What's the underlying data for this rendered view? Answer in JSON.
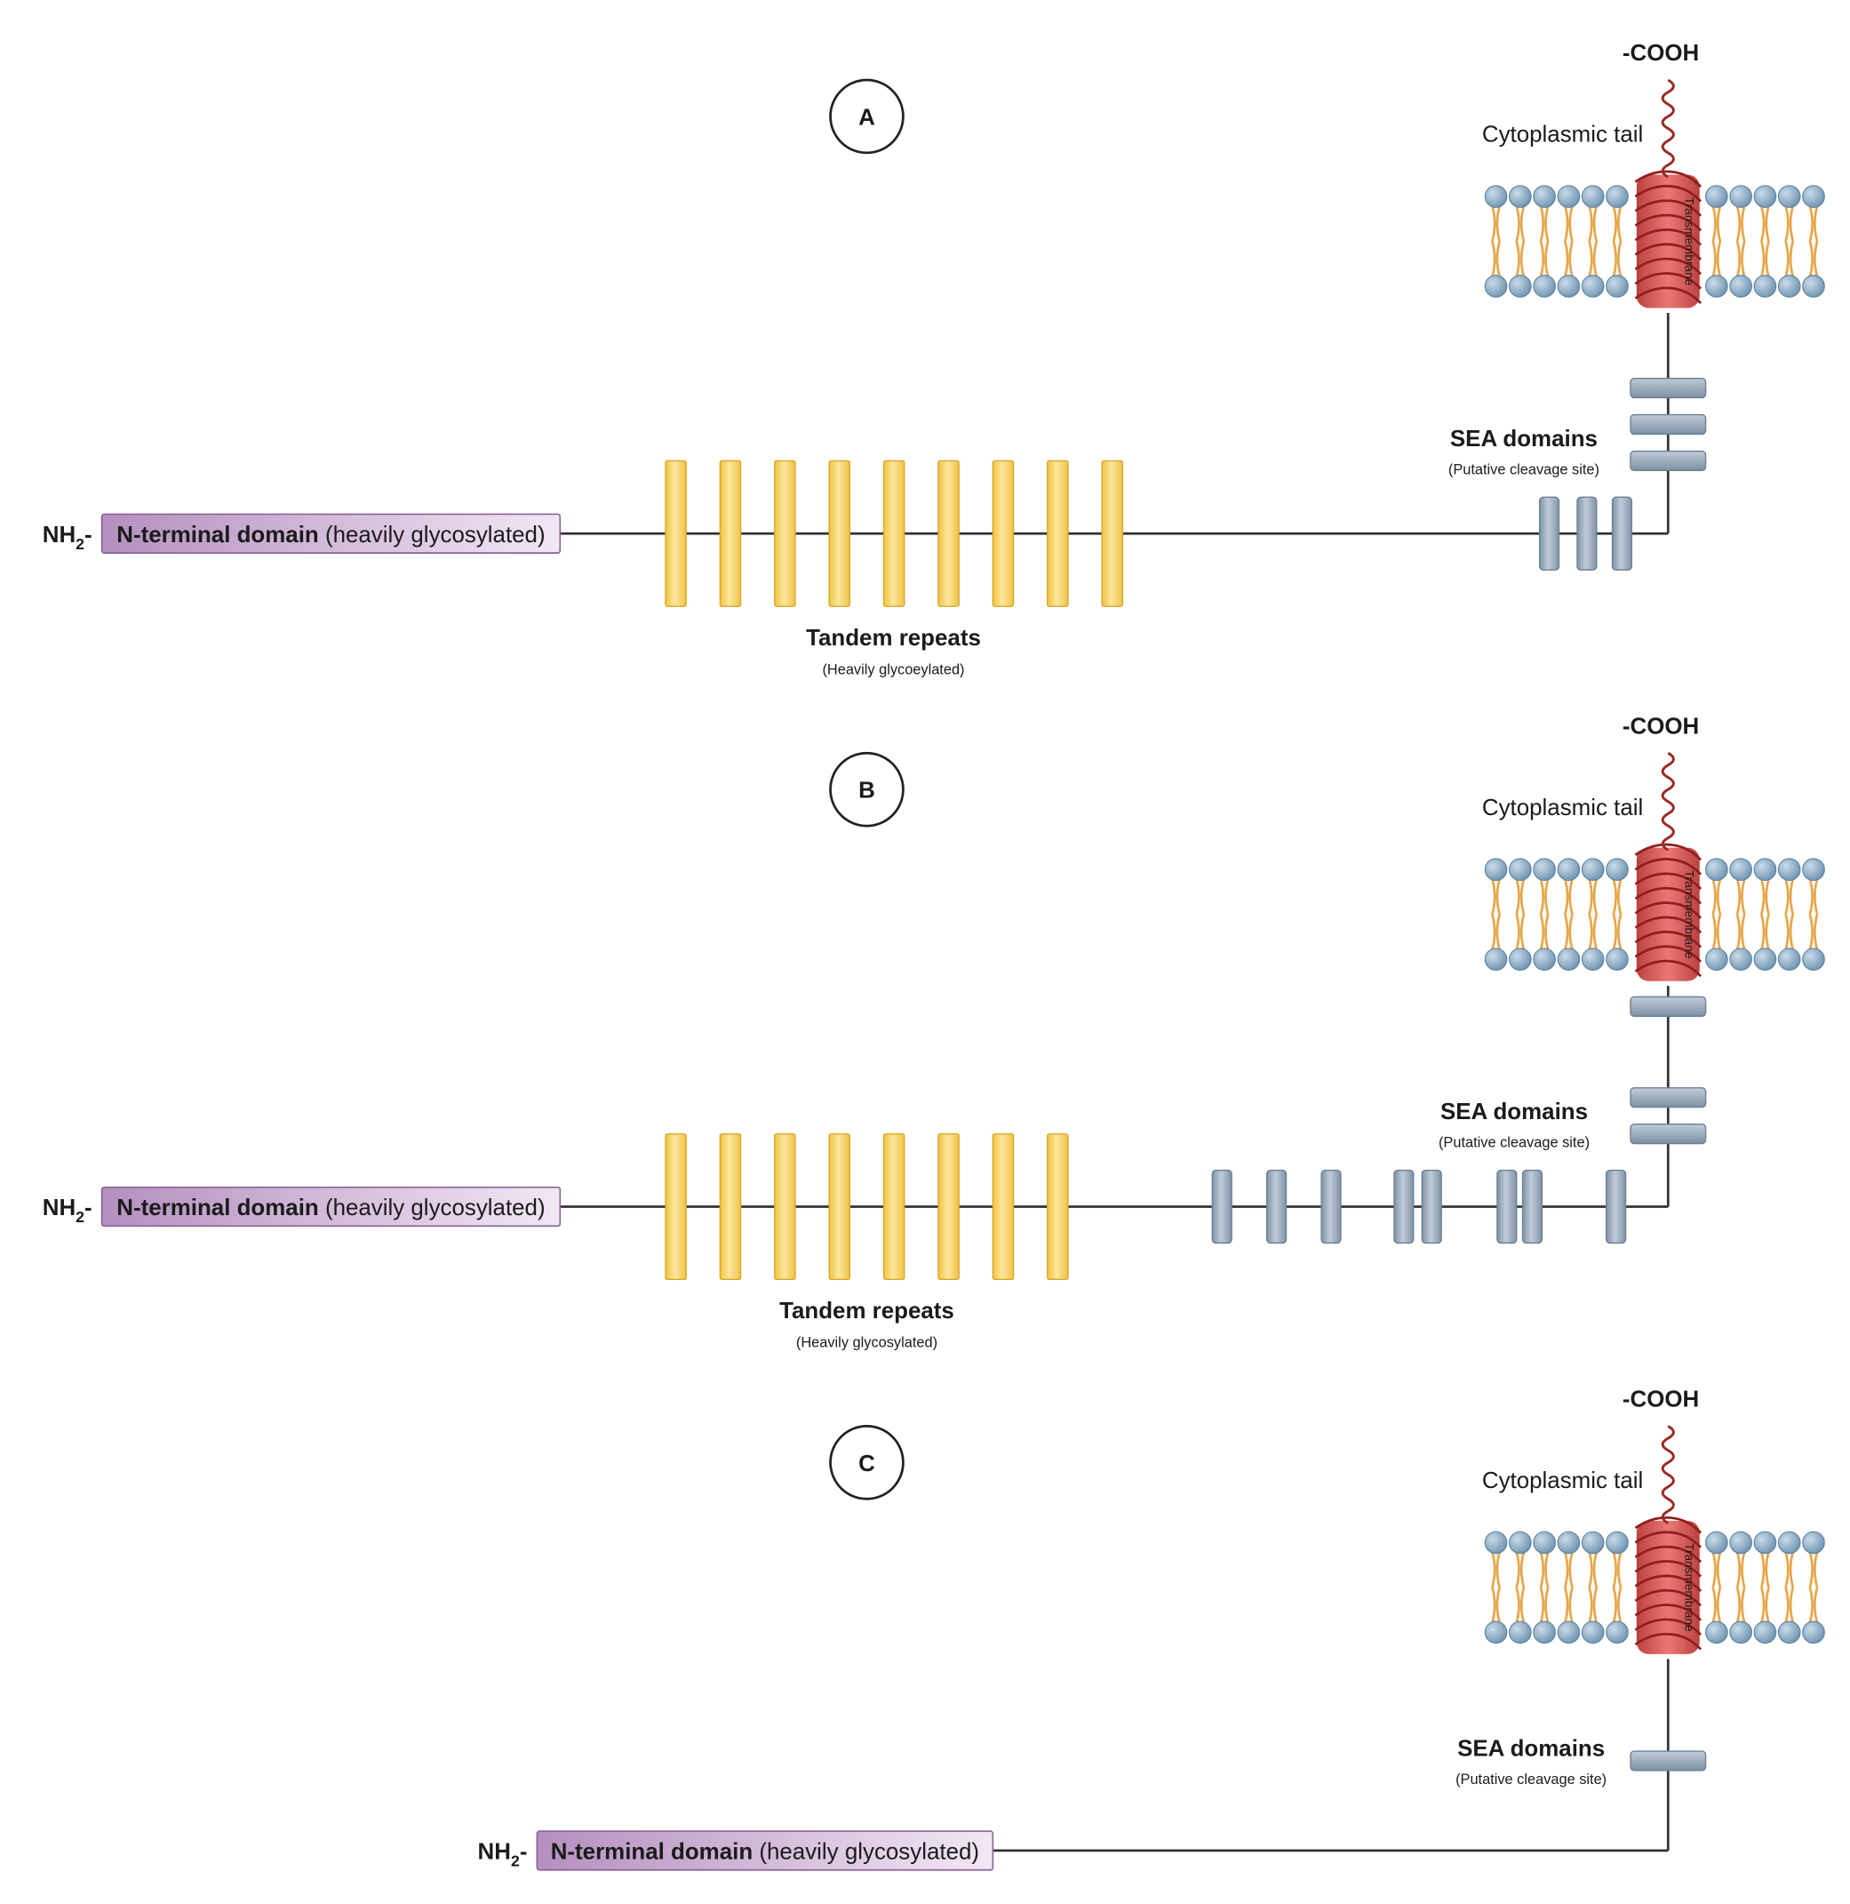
{
  "panels": [
    {
      "letter": "A",
      "cooh": "-COOH",
      "tail": "Cytoplasmic tail",
      "tm": "Transmembrane",
      "sea_title": "SEA domains",
      "sea_sub": "(Putative cleavage site)",
      "nh2": "NH",
      "nh2_sub": "2",
      "nh2_dash": "-",
      "nterm_bold": "N-terminal domain",
      "nterm_rest": "(heavily glycosylated)",
      "tr_title": "Tandem repeats",
      "tr_sub": "(Heavily glycoeylated)",
      "tandem_repeat_count": 9,
      "sea_domain_count": 6
    },
    {
      "letter": "B",
      "cooh": "-COOH",
      "tail": "Cytoplasmic tail",
      "tm": "Transmembrane",
      "sea_title": "SEA domains",
      "sea_sub": "(Putative cleavage site)",
      "nh2": "NH",
      "nh2_sub": "2",
      "nh2_dash": "-",
      "nterm_bold": "N-terminal domain",
      "nterm_rest": "(heavily glycosylated)",
      "tr_title": "Tandem repeats",
      "tr_sub": "(Heavily glycosylated)",
      "tandem_repeat_count": 8,
      "sea_domain_count": 11
    },
    {
      "letter": "C",
      "cooh": "-COOH",
      "tail": "Cytoplasmic tail",
      "tm": "Transmembrane",
      "sea_title": "SEA domains",
      "sea_sub": "(Putative cleavage site)",
      "nh2": "NH",
      "nh2_sub": "2",
      "nh2_dash": "-",
      "nterm_bold": "N-terminal domain",
      "nterm_rest": "(heavily glycosylated)",
      "tandem_repeat_count": 0,
      "sea_domain_count": 1
    }
  ],
  "colors": {
    "backbone": "#333333",
    "nterm_start": "#b48fbf",
    "nterm_end": "#f1e6f3",
    "nterm_border": "#8a6396",
    "tandem_repeat": "#f5cf55",
    "tandem_repeat_light": "#fbe9a6",
    "sea_domain": "#8d9fb0",
    "sea_domain_light": "#c3cfda",
    "lipid_head": "#86a9c2",
    "lipid_tail": "#e7a64a",
    "helix": "#d2413f",
    "tail_line": "#9b2a26"
  }
}
